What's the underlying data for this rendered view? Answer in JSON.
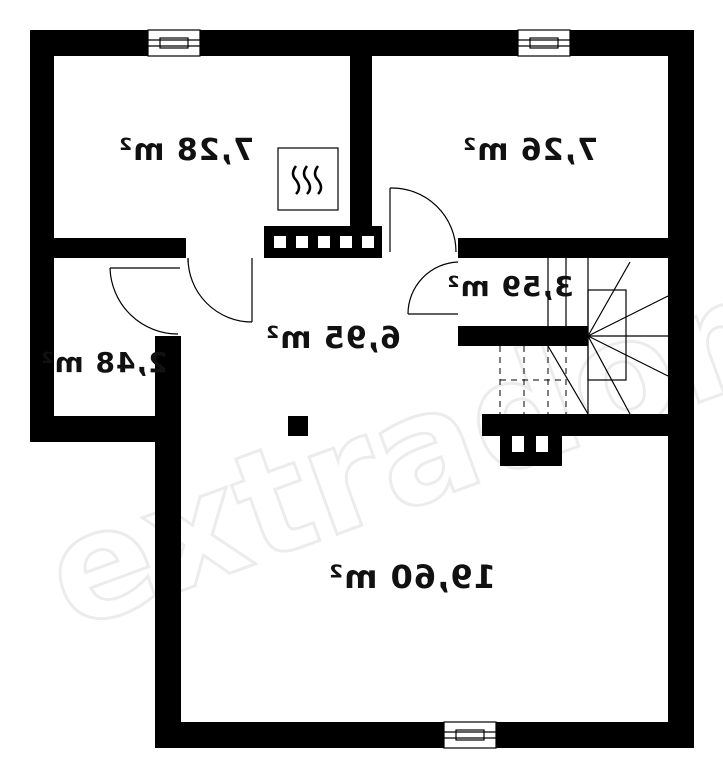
{
  "watermark": "extradom",
  "rooms": [
    {
      "id": "room-top-left",
      "area": "7,28 m²"
    },
    {
      "id": "room-top-right",
      "area": "7,26 m²"
    },
    {
      "id": "hall",
      "area": "6,95 m²"
    },
    {
      "id": "bathroom",
      "area": "3,59 m²"
    },
    {
      "id": "small-room",
      "area": "2,48 m²"
    },
    {
      "id": "main-room",
      "area": "19,60 m²"
    }
  ],
  "colors": {
    "wall": "#000000",
    "background": "#ffffff",
    "watermark": "#ececec"
  },
  "icons": {
    "heater": "heater-icon",
    "chimney": "chimney-icon"
  }
}
